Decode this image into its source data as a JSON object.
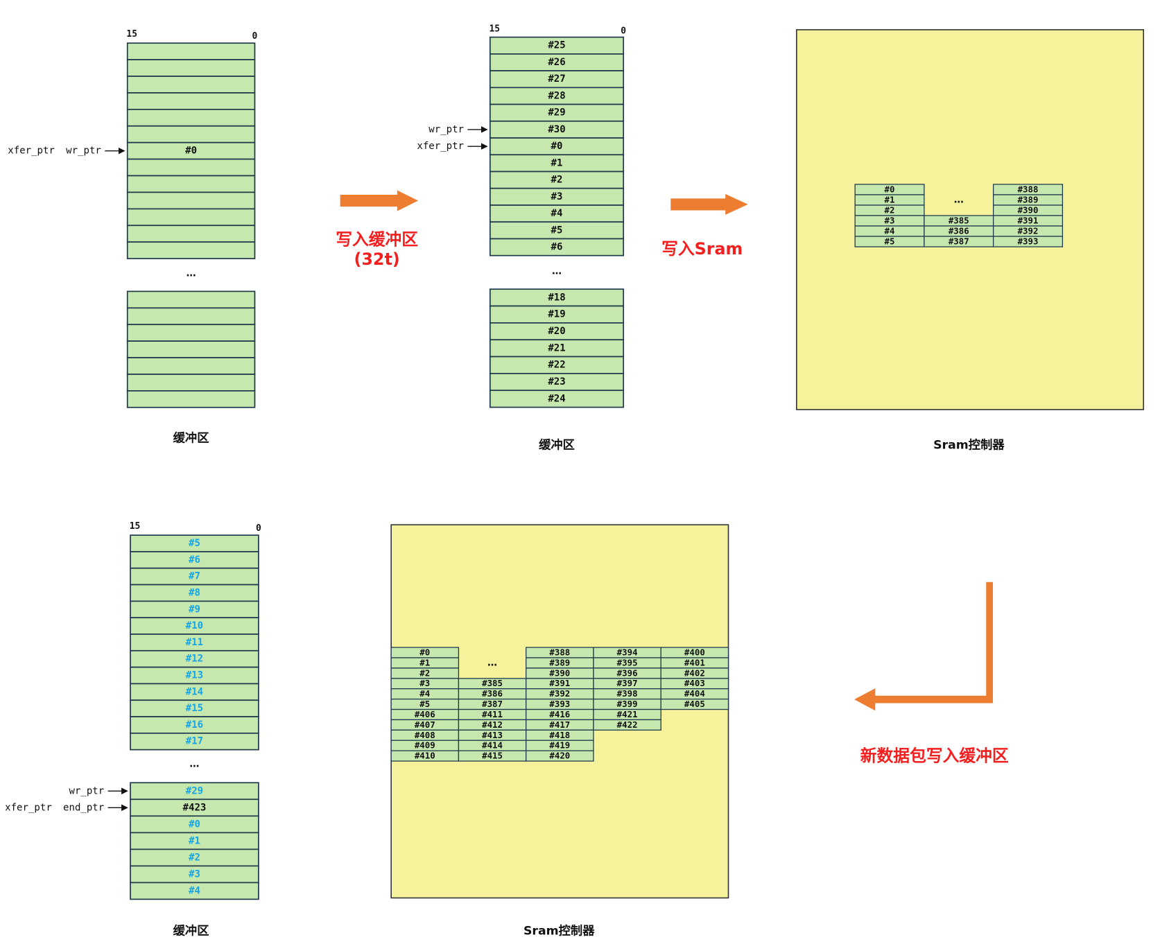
{
  "colors": {
    "cell_fill": "#c6e8ae",
    "cell_border": "#1f3a4c",
    "sram_fill": "#f5f29b",
    "sram_border": "#333333",
    "arrow": "#ed7d31",
    "annotation": "#f31e1e",
    "text": "#111111",
    "new_packet_text": "#15a5e6"
  },
  "buffers": [
    {
      "bit_high": "15",
      "bit_low": "0",
      "upper_rows": [
        {
          "label": ""
        },
        {
          "label": ""
        },
        {
          "label": ""
        },
        {
          "label": ""
        },
        {
          "label": ""
        },
        {
          "label": ""
        },
        {
          "label": "#0",
          "pointer_labels": [
            "xfer_ptr",
            "wr_ptr"
          ]
        },
        {
          "label": ""
        },
        {
          "label": ""
        },
        {
          "label": ""
        },
        {
          "label": ""
        },
        {
          "label": ""
        },
        {
          "label": ""
        }
      ],
      "ellipsis": "…",
      "lower_rows": [
        {
          "label": ""
        },
        {
          "label": ""
        },
        {
          "label": ""
        },
        {
          "label": ""
        },
        {
          "label": ""
        },
        {
          "label": ""
        },
        {
          "label": ""
        }
      ],
      "caption": "缓冲区"
    },
    {
      "bit_high": "15",
      "bit_low": "0",
      "upper_rows": [
        {
          "label": "#25"
        },
        {
          "label": "#26"
        },
        {
          "label": "#27"
        },
        {
          "label": "#28"
        },
        {
          "label": "#29"
        },
        {
          "label": "#30",
          "pointer_labels": [
            "wr_ptr"
          ]
        },
        {
          "label": "#0",
          "pointer_labels": [
            "xfer_ptr"
          ]
        },
        {
          "label": "#1"
        },
        {
          "label": "#2"
        },
        {
          "label": "#3"
        },
        {
          "label": "#4"
        },
        {
          "label": "#5"
        },
        {
          "label": "#6"
        }
      ],
      "ellipsis": "…",
      "lower_rows": [
        {
          "label": "#18"
        },
        {
          "label": "#19"
        },
        {
          "label": "#20"
        },
        {
          "label": "#21"
        },
        {
          "label": "#22"
        },
        {
          "label": "#23"
        },
        {
          "label": "#24"
        }
      ],
      "caption": "缓冲区"
    },
    {
      "bit_high": "15",
      "bit_low": "0",
      "upper_rows": [
        {
          "label": "#5",
          "color": "#15a5e6"
        },
        {
          "label": "#6",
          "color": "#15a5e6"
        },
        {
          "label": "#7",
          "color": "#15a5e6"
        },
        {
          "label": "#8",
          "color": "#15a5e6"
        },
        {
          "label": "#9",
          "color": "#15a5e6"
        },
        {
          "label": "#10",
          "color": "#15a5e6"
        },
        {
          "label": "#11",
          "color": "#15a5e6"
        },
        {
          "label": "#12",
          "color": "#15a5e6"
        },
        {
          "label": "#13",
          "color": "#15a5e6"
        },
        {
          "label": "#14",
          "color": "#15a5e6"
        },
        {
          "label": "#15",
          "color": "#15a5e6"
        },
        {
          "label": "#16",
          "color": "#15a5e6"
        },
        {
          "label": "#17",
          "color": "#15a5e6"
        }
      ],
      "ellipsis": "…",
      "lower_rows": [
        {
          "label": "#29",
          "color": "#15a5e6",
          "pointer_labels": [
            "wr_ptr"
          ]
        },
        {
          "label": "#423",
          "color": "#111111",
          "pointer_labels": [
            "xfer_ptr",
            "end_ptr"
          ]
        },
        {
          "label": "#0",
          "color": "#15a5e6"
        },
        {
          "label": "#1",
          "color": "#15a5e6"
        },
        {
          "label": "#2",
          "color": "#15a5e6"
        },
        {
          "label": "#3",
          "color": "#15a5e6"
        },
        {
          "label": "#4",
          "color": "#15a5e6"
        }
      ],
      "caption": "缓冲区"
    }
  ],
  "sram_controllers": [
    {
      "columns": [
        [
          "#0",
          "#1",
          "#2",
          "#3",
          "#4",
          "#5"
        ],
        [
          null,
          null,
          null,
          "#385",
          "#386",
          "#387"
        ],
        [
          "#388",
          "#389",
          "#390",
          "#391",
          "#392",
          "#393"
        ]
      ],
      "gap_ellipsis": "…",
      "caption": "Sram控制器"
    },
    {
      "columns": [
        [
          "#0",
          "#1",
          "#2",
          "#3",
          "#4",
          "#5",
          "#406",
          "#407",
          "#408",
          "#409",
          "#410"
        ],
        [
          null,
          null,
          null,
          "#385",
          "#386",
          "#387",
          "#411",
          "#412",
          "#413",
          "#414",
          "#415"
        ],
        [
          "#388",
          "#389",
          "#390",
          "#391",
          "#392",
          "#393",
          "#416",
          "#417",
          "#418",
          "#419",
          "#420"
        ],
        [
          "#394",
          "#395",
          "#396",
          "#397",
          "#398",
          "#399",
          "#421",
          "#422"
        ],
        [
          "#400",
          "#401",
          "#402",
          "#403",
          "#404",
          "#405"
        ]
      ],
      "gap_ellipsis": "…",
      "caption": "Sram控制器"
    }
  ],
  "flow_arrows": [
    {
      "label_lines": [
        "写入缓冲区",
        "(32t)"
      ]
    },
    {
      "label_lines": [
        "写入Sram"
      ]
    },
    {
      "label_lines": [
        "新数据包写入缓冲区"
      ]
    }
  ]
}
